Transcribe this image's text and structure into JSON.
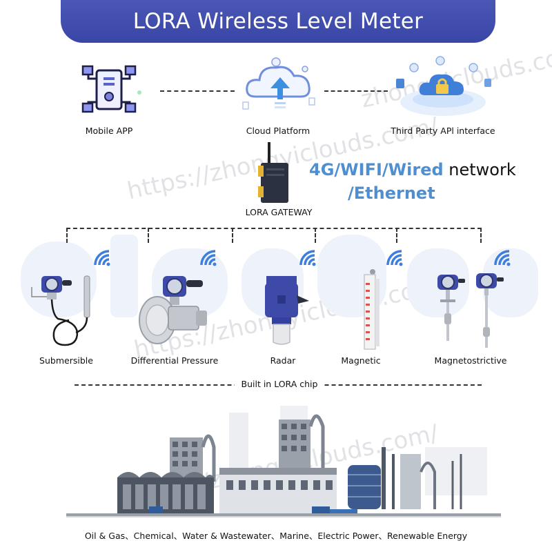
{
  "title": "LORA Wireless Level Meter",
  "watermark": "https://zhongyiclouds.com/",
  "watermark_short": "zhongyiclouds.com/",
  "top_nodes": [
    {
      "label": "Mobile APP",
      "icon": "mobile-app-icon"
    },
    {
      "label": "Cloud Platform",
      "icon": "cloud-upload-icon"
    },
    {
      "label": "Third Party APl interface",
      "icon": "cloud-lock-icon"
    }
  ],
  "gateway": {
    "label": "LORA GATEWAY",
    "icon": "lora-gateway-icon"
  },
  "network": {
    "part1": "4G/WIFI/Wired",
    "part2": " network",
    "part3": "/Ethernet"
  },
  "devices": [
    {
      "label": "Submersible",
      "icon": "submersible-level-meter-icon"
    },
    {
      "label": "Differential Pressure",
      "icon": "differential-pressure-meter-icon"
    },
    {
      "label": "Radar",
      "icon": "radar-level-meter-icon"
    },
    {
      "label": "Magnetic",
      "icon": "magnetic-level-meter-icon"
    },
    {
      "label": "Magnetostrictive",
      "icon": "magnetostrictive-level-meter-icon"
    }
  ],
  "chip_label": "Built in LORA chip",
  "industries": "Oil & Gas、Chemical、Water & Wastewater、Marine、Electric Power、Renewable Energy",
  "colors": {
    "banner": "#3f4aa8",
    "accent_blue": "#4e8fd1",
    "device_blue": "#3d4aa8"
  }
}
